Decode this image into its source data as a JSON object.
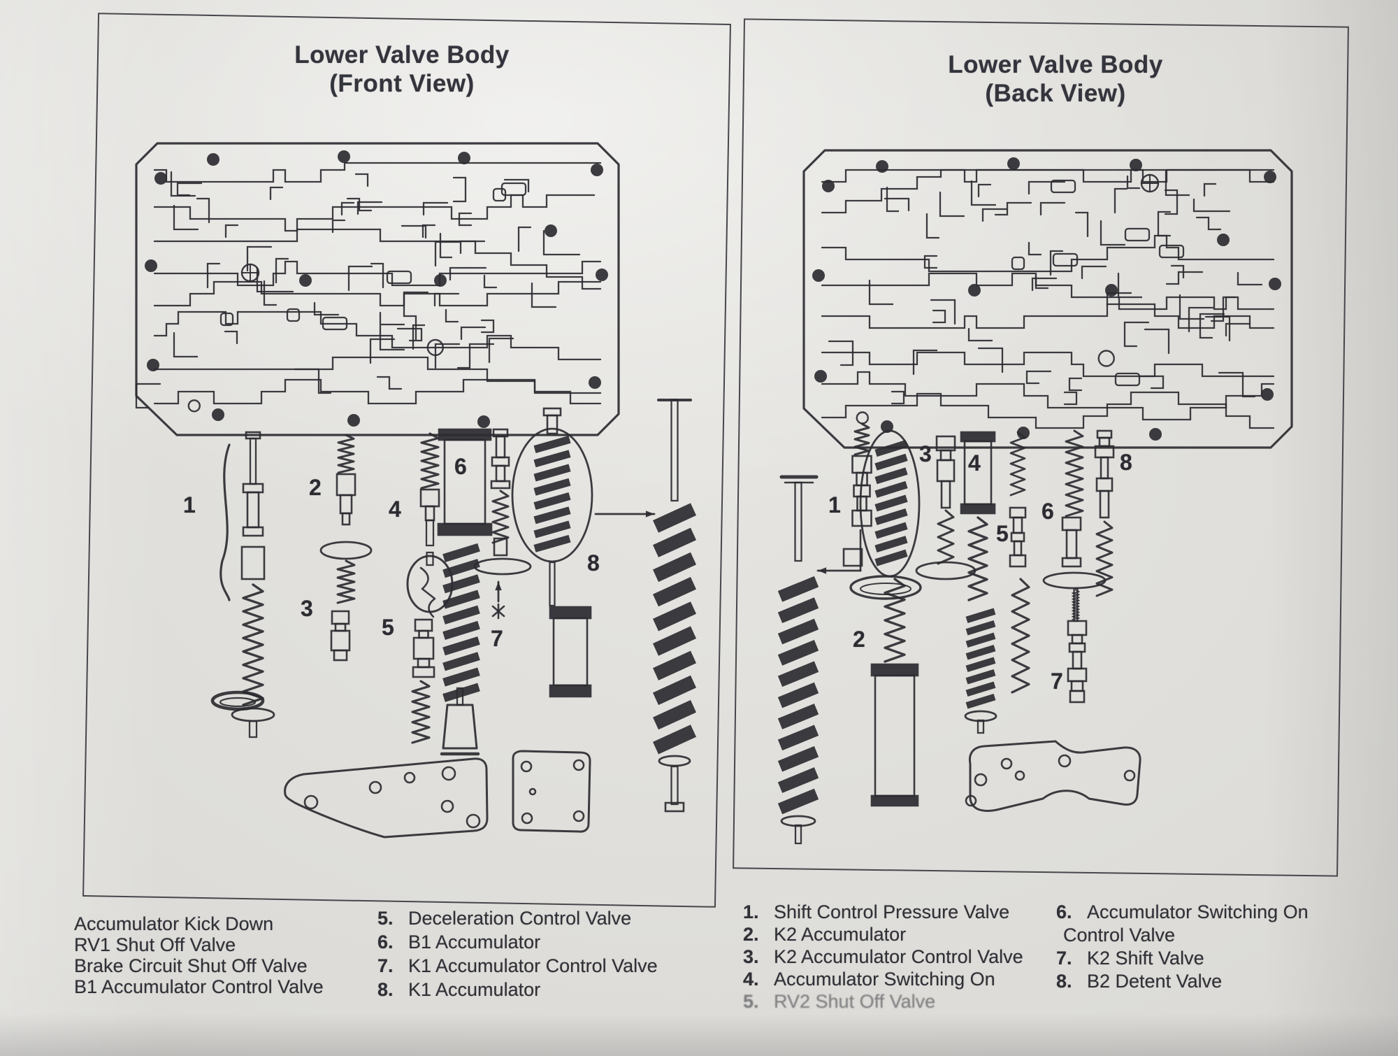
{
  "panels": [
    {
      "title_line1": "Lower Valve Body",
      "title_line2": "(Front View)",
      "part_numbers": [
        "1",
        "2",
        "3",
        "4",
        "5",
        "6",
        "7",
        "8"
      ]
    },
    {
      "title_line1": "Lower Valve Body",
      "title_line2": "(Back View)",
      "part_numbers": [
        "1",
        "2",
        "3",
        "4",
        "5",
        "6",
        "7",
        "8"
      ]
    }
  ],
  "legend_front": {
    "col1": [
      {
        "num": "",
        "label": "Accumulator Kick Down"
      },
      {
        "num": "",
        "label": "RV1 Shut Off Valve"
      },
      {
        "num": "",
        "label": "Brake Circuit Shut Off Valve"
      },
      {
        "num": "",
        "label": "B1 Accumulator Control Valve"
      }
    ],
    "col2": [
      {
        "num": "5.",
        "label": "Deceleration Control Valve"
      },
      {
        "num": "6.",
        "label": "B1 Accumulator"
      },
      {
        "num": "7.",
        "label": "K1 Accumulator Control Valve"
      },
      {
        "num": "8.",
        "label": "K1 Accumulator"
      }
    ]
  },
  "legend_back": {
    "col1": [
      {
        "num": "1.",
        "label": "Shift Control Pressure Valve"
      },
      {
        "num": "2.",
        "label": "K2 Accumulator"
      },
      {
        "num": "3.",
        "label": "K2 Accumulator Control Valve"
      },
      {
        "num": "4.",
        "label": "Accumulator Switching On"
      },
      {
        "num": "5.",
        "label": "RV2 Shut Off Valve"
      }
    ],
    "col2": [
      {
        "num": "6.",
        "label": "Accumulator Switching On",
        "label_line2": "Control Valve"
      },
      {
        "num": "7.",
        "label": "K2 Shift Valve"
      },
      {
        "num": "8.",
        "label": "B2 Detent Valve"
      }
    ]
  },
  "colors": {
    "ink": "#2c2b31",
    "paper": "#dddcd8"
  }
}
